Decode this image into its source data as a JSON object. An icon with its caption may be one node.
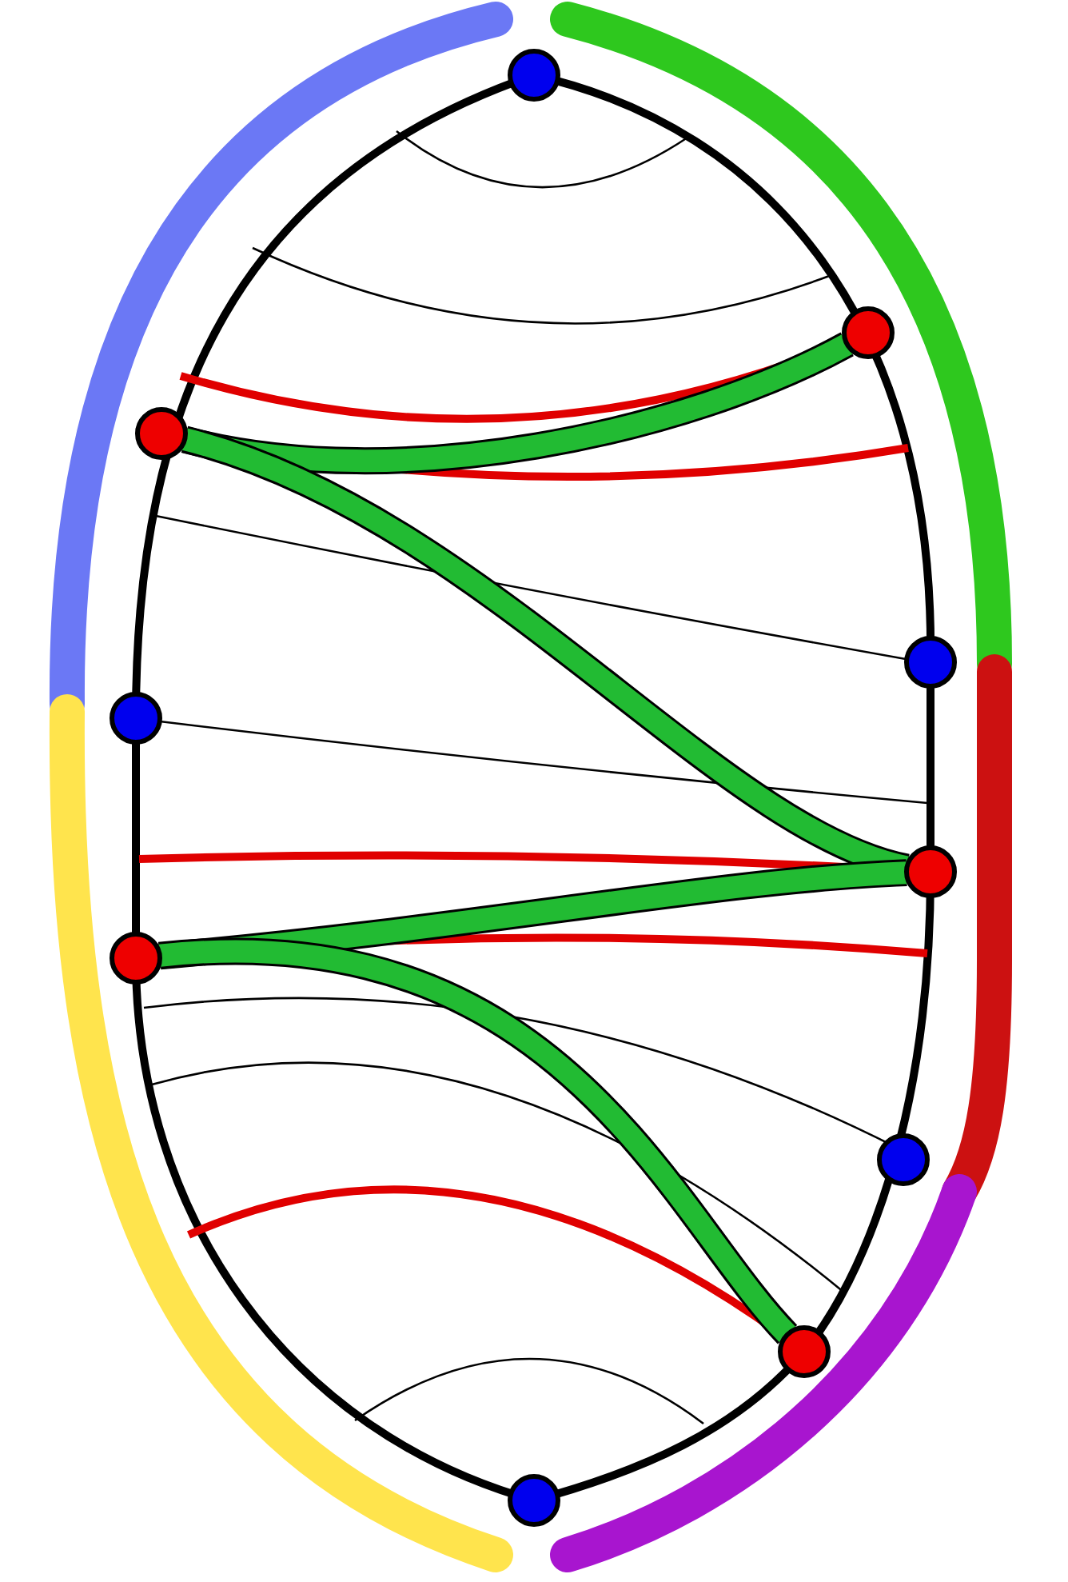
{
  "diagram": {
    "nodes": [
      {
        "text": [],
        "shape": "circle"
      },
      {
        "text": [],
        "shape": "circle"
      },
      {
        "text": [],
        "shape": "circle"
      },
      {
        "text": [],
        "shape": "circle"
      },
      {
        "text": [],
        "shape": "circle"
      },
      {
        "text": [],
        "shape": "circle"
      },
      {
        "text": [],
        "shape": "circle"
      },
      {
        "text": [],
        "shape": "circle"
      },
      {
        "text": [],
        "shape": "circle"
      },
      {
        "text": [],
        "shape": "circle"
      }
    ],
    "edges": [
      {
        "from": 2,
        "to": 1,
        "arrow": "none"
      },
      {
        "from": 2,
        "to": 5,
        "arrow": "none"
      },
      {
        "from": 6,
        "to": 5,
        "arrow": "none"
      },
      {
        "from": 6,
        "to": 8,
        "arrow": "none"
      }
    ]
  }
}
